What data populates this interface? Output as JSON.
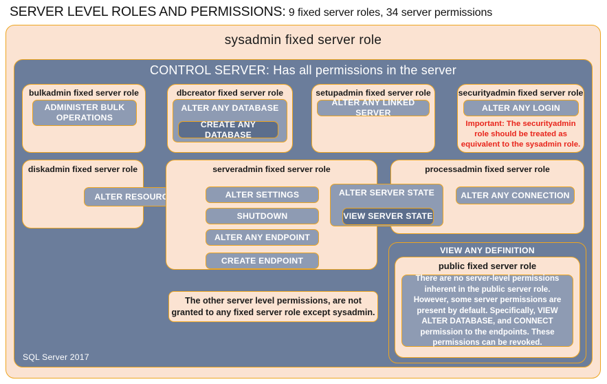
{
  "title": {
    "main": "SERVER LEVEL ROLES AND PERMISSIONS:",
    "sub": " 9 fixed server roles, 34 server permissions"
  },
  "sysadmin": {
    "label": "sysadmin  fixed  server  role"
  },
  "control_server": {
    "label": "CONTROL SERVER: Has all permissions in the server"
  },
  "footer": {
    "label": "SQL Server 2017"
  },
  "roles": {
    "bulkadmin": {
      "title": "bulkadmin  fixed server role",
      "permissions": [
        "ADMINISTER  BULK OPERATIONS"
      ]
    },
    "dbcreator": {
      "title": "dbcreator fixed server role",
      "permissions": [
        "ALTER ANY DATABASE",
        "CREATE  ANY DATABASE"
      ]
    },
    "setupadmin": {
      "title": "setupadmin fixed server role",
      "permissions": [
        "ALTER ANY LINKED SERVER"
      ]
    },
    "securityadmin": {
      "title": "securityadmin  fixed server role",
      "permissions": [
        "ALTER ANY LOGIN"
      ],
      "warning": "Important:  The securityadmin role should  be treated as equivalent to the  sysadmin role."
    },
    "diskadmin": {
      "title": "diskadmin  fixed server role",
      "permissions": [
        "ALTER RESOURCES"
      ]
    },
    "serveradmin": {
      "title": "serveradmin fixed server role",
      "permissions": [
        "ALTER SETTINGS",
        "SHUTDOWN",
        "ALTER ANY ENDPOINT",
        "CREATE  ENDPOINT"
      ]
    },
    "server_state": {
      "outer": "ALTER SERVER STATE",
      "inner": "VIEW SERVER STATE"
    },
    "processadmin": {
      "title": "processadmin fixed server role",
      "permissions": [
        "ALTER ANY CONNECTION"
      ]
    },
    "public": {
      "view_any_definition": "VIEW ANY DEFINITION",
      "title": "public  fixed server role",
      "body": "There are no server-level permissions inherent in the public server role. However, some server permissions are present by default. Specifically, VIEW ALTER DATABASE, and CONNECT permission to the endpoints. These permissions can be revoked."
    }
  },
  "notes": {
    "other_permissions": "The other server level permissions,  are not granted to any fixed server role except sysadmin."
  },
  "colors": {
    "peach": "#fbe3d2",
    "slate": "#6b7d9b",
    "gold": "#eda520",
    "slate_dark": "#5c6e8c",
    "chip": "#8e9bb3",
    "warning_red": "#e8251c"
  }
}
